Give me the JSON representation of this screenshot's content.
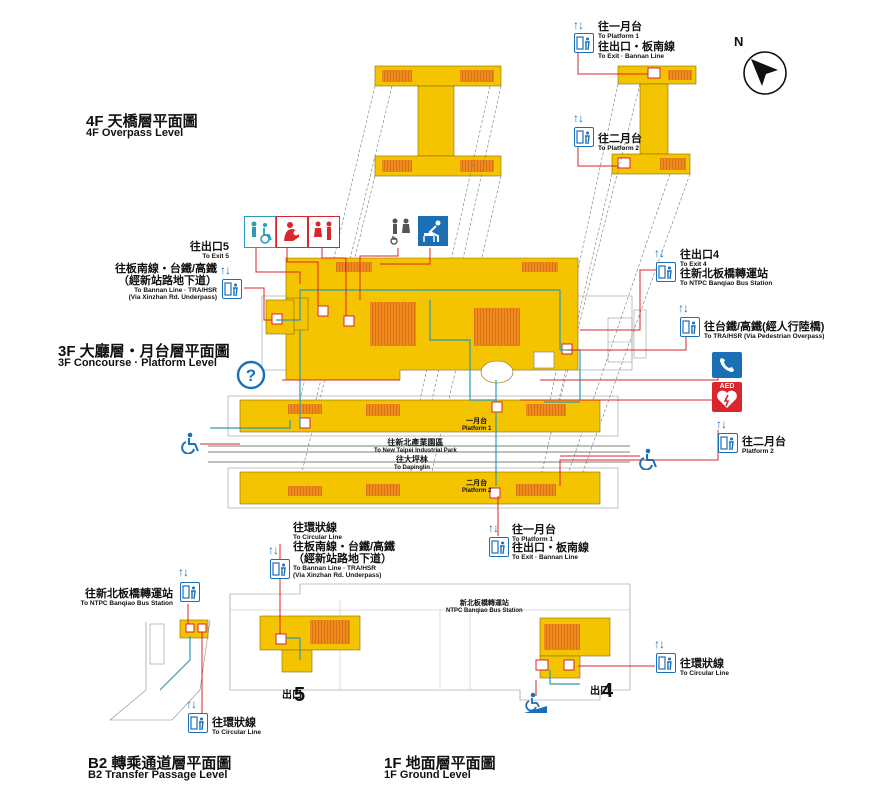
{
  "levels": {
    "f4": {
      "zh": "4F  天橋層平面圖",
      "en": "4F   Overpass  Level"
    },
    "f3": {
      "zh": "3F  大廳層・月台層平面圖",
      "en": "3F   Concourse · Platform Level"
    },
    "b2": {
      "zh": "B2  轉乘通道層平面圖",
      "en": "B2   Transfer Passage  Level"
    },
    "f1": {
      "zh": "1F  地面層平面圖",
      "en": "1F   Ground  Level"
    }
  },
  "compass": "N",
  "labels": {
    "top_p1": {
      "zh": "往一月台",
      "en": "To Platform 1"
    },
    "top_exit": {
      "zh": "往出口・板南線",
      "en": "To Exit · Bannan Line"
    },
    "top_p2": {
      "zh": "往二月台",
      "en": "To Platform 2"
    },
    "exit5": {
      "zh": "往出口5",
      "en": "To Exit 5"
    },
    "bannan_left": {
      "zh1": "往板南線・台鐵/高鐵",
      "zh2": "（經新站路地下道）",
      "en1": "To Bannan Line · TRA/HSR",
      "en2": "(Via Xinzhan Rd. Underpass)"
    },
    "exit4": {
      "zh": "往出口4",
      "en": "To Exit 4"
    },
    "bus_right": {
      "zh": "往新北板橋轉運站",
      "en": "To NTPC Banqiao Bus Station"
    },
    "tra_right": {
      "zh": "往台鐵/高鐵(經人行陸橋)",
      "en": "To TRA/HSR (Via Pedestrian Overpass)"
    },
    "p2_right": {
      "zh": "往二月台",
      "en": "Platform 2"
    },
    "mid_p1": {
      "zh": "往一月台",
      "en": "To Platform 1"
    },
    "mid_exit": {
      "zh": "往出口・板南線",
      "en": "To Exit · Bannan Line"
    },
    "circ_top": {
      "zh": "往環狀線",
      "en": "To Circular Line"
    },
    "bannan_1f": {
      "zh1": "往板南線・台鐵/高鐵",
      "zh2": "（經新站路地下道）",
      "en1": "To Bannan Line · TRA/HSR",
      "en2": "(Via Xinzhan Rd. Underpass)"
    },
    "bus_b2": {
      "zh": "往新北板橋轉運站",
      "en": "To NTPC Banqiao Bus Station"
    },
    "circ_b2": {
      "zh": "往環狀線",
      "en": "To Circular Line"
    },
    "circ_right": {
      "zh": "往環狀線",
      "en": "To Circular Line"
    }
  },
  "streets": {
    "industrial": {
      "zh": "往新北產業園區",
      "en": "To New Taipei Industrial Park"
    },
    "dapinglin": {
      "zh": "往大坪林",
      "en": "To Dapinglin"
    },
    "bus_station": {
      "zh": "新北板橋轉運站",
      "en": "NTPC Banqiao Bus Station"
    }
  },
  "platform_labels": {
    "p1": {
      "zh": "一月台",
      "en": "Platform 1"
    },
    "p2": {
      "zh": "二月台",
      "en": "Platform 2"
    }
  },
  "exits": {
    "e5": "5",
    "e4": "4",
    "prefix": "出口"
  },
  "aed": "AED",
  "colors": {
    "yellow": "#f5c400",
    "blue": "#1a6fb5",
    "red": "#d9252b",
    "teal": "#2a9bb8",
    "gray": "#8a8a8a"
  }
}
